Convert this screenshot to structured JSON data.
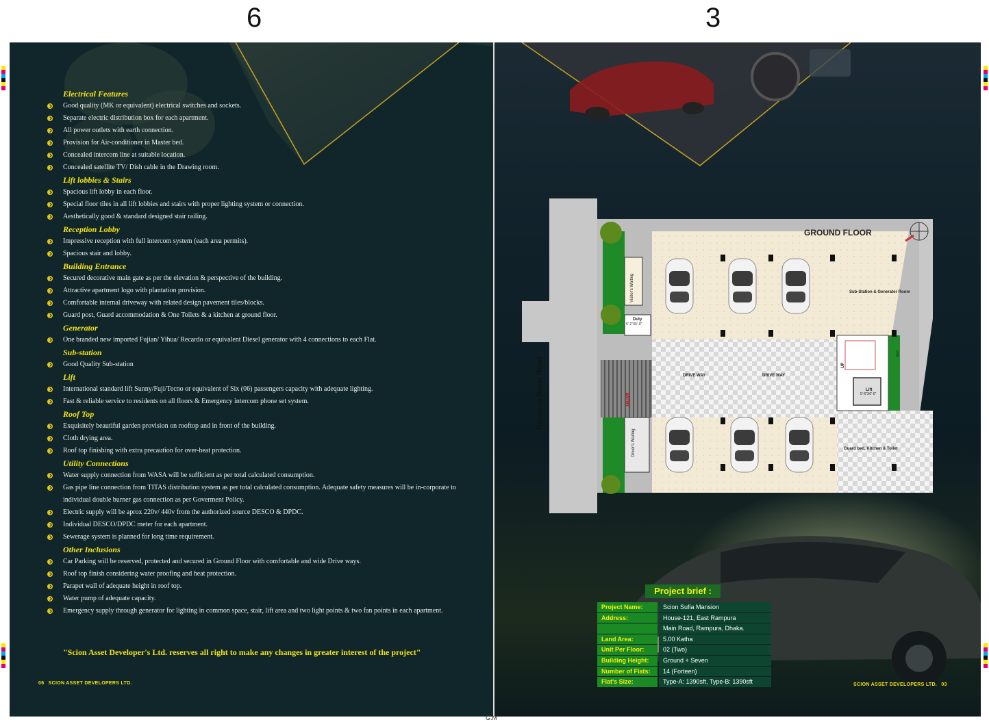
{
  "page_numbers": {
    "left": "6",
    "right": "3"
  },
  "sections": [
    {
      "title": "Electrical Features",
      "items": [
        "Good quality (MK or equivalent) electrical switches and sockets.",
        "Separate electric distribution box for each apartment.",
        "All power outlets with earth connection.",
        "Provision for Air-conditioner in Master bed.",
        "Concealed intercom line at suitable location.",
        "Concealed satellite TV/ Dish cable in the Drawing room."
      ]
    },
    {
      "title": "Lift lobbies & Stairs",
      "items": [
        "Spacious lift lobby in each floor.",
        "Special floor tiles in all lift lobbies and stairs with proper lighting system or connection.",
        "Aesthetically good & standard designed stair railing."
      ]
    },
    {
      "title": "Reception Lobby",
      "items": [
        "Impressive reception with full intercom system (each area permits).",
        "Spacious stair and lobby."
      ]
    },
    {
      "title": "Building Entrance",
      "items": [
        "Secured decorative main gate as per the elevation & perspective of the building.",
        "Attractive apartment logo with plantation provision.",
        "Comfortable internal driveway with related design pavement tiles/blocks.",
        "Guard post, Guard accommodation & One Toilets & a kitchen at ground floor."
      ]
    },
    {
      "title": "Generator",
      "items": [
        "One branded new imported Fujian/ Yihua/ Recardo or equivalent Diesel generator with 4 connections to each Flat."
      ]
    },
    {
      "title": "Sub-station",
      "items": [
        "Good Quality Sub-station"
      ]
    },
    {
      "title": "Lift",
      "items": [
        "International standard lift Sunny/Fuji/Tecno or equivalent of Six (06) passengers capacity with adequate lighting.",
        "Fast & reliable service to residents on all floors & Emergency intercom phone set system."
      ]
    },
    {
      "title": "Roof Top",
      "items": [
        "Exquisitely beautiful garden provision on rooftop and in front of the building.",
        "Cloth drying area.",
        "Roof top finishing with extra precaution for over-heat protection."
      ]
    },
    {
      "title": "Utility Connections",
      "items": [
        "Water supply connection from WASA will be sufficient as per total calculated consumption.",
        "Gas pipe line connection from TITAS distribution system as per total calculated consumption. Adequate safety measures will be in-corporate to individual double burner gas connection as per Goverment Policy.",
        "Electric supply will be aprox 220v/ 440v from the authorized source DESCO & DPDC.",
        "Individual DESCO/DPDC meter for each apartment.",
        "Sewerage system is planned for long time requirement."
      ]
    },
    {
      "title": "Other Inclusions",
      "items": [
        "Car Parking will be reserved, protected and secured in Ground Floor with comfortable and wide Drive ways.",
        "Roof top finish considering water proofing and heat protection.",
        "Parapet wall of adequate height in roof top.",
        "Water pump of adequate capacity.",
        "Emergency supply through generator for lighting in common space, stair, lift area and two light points & two fan points in each apartment."
      ]
    }
  ],
  "disclaimer": "\"Scion Asset Developer's Ltd. reserves all right to make any changes in greater interest of the project\"",
  "footer_left": {
    "num": "06",
    "company": "SCION ASSET DEVELOPERS LTD."
  },
  "footer_right": {
    "company": "SCION ASSET DEVELOPERS LTD.",
    "num": "03"
  },
  "plan": {
    "title": "GROUND FLOOR",
    "road": "Rampura Bazar Road",
    "visitors": "Visitor's Waiting",
    "duty": "Duty",
    "duty_dim": "5'-2\"X5'-0\"",
    "drivers": "Driver's Waiting",
    "entry": "ENTRY",
    "driveway1": "DRIVE WAY",
    "driveway2": "DRIVE WAY",
    "substation": "Sub-Station & Generator Room",
    "stair": "Stair",
    "up": "UP",
    "lift": "Lift",
    "lift_dim": "5'-6\"X6'-0\"",
    "guard": "Guard bed, Kitchen & Toilet"
  },
  "brief": {
    "title": "Project brief :",
    "rows": [
      {
        "k": "Project Name:",
        "v": "Scion Sufia Mansion"
      },
      {
        "k": "Address:",
        "v": "House-121, East Rampura"
      },
      {
        "k": "",
        "v": "Main Road, Rampura, Dhaka."
      },
      {
        "k": "Land Area:",
        "v": "5.00 Katha"
      },
      {
        "k": "Unit Per Floor:",
        "v": "02 (Two)"
      },
      {
        "k": "Building Height:",
        "v": "Ground + Seven"
      },
      {
        "k": "Number of Flats:",
        "v": "14 (Forteen)"
      },
      {
        "k": "Flat's Size:",
        "v": "Type-A: 1390sft, Type-B: 1390sft"
      }
    ]
  },
  "bottom_mark": "G.M"
}
